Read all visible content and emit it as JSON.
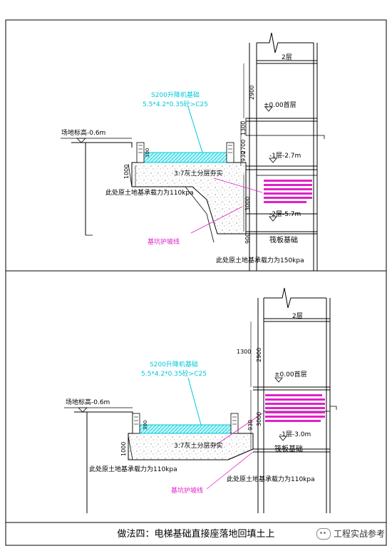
{
  "caption": "做法四：电梯基础直接座落地回填土上",
  "watermark": "工程实战参考",
  "panel_top": {
    "floor2": "2层",
    "dim_2900": "2900",
    "elev_000": "±0.00首层",
    "dim_1300": "1300",
    "dim_2700": "2700",
    "dim_930": "930",
    "elev_b1": "-1层-2.7m",
    "dim_3000": "3000",
    "elev_b2": "-2层-5.7m",
    "dim_900": "900",
    "raft": "筏板基础",
    "ground_elev": "场地标高-0.6m",
    "hoist_name": "S200升降机基础",
    "hoist_spec": "5.5*4.2*0.35砼>C25",
    "dim_1000": "1000",
    "dim_300": "300",
    "soil_fill": "3:7灰土分层夯实",
    "bearing_110": "此处原土地基承载力为110kpa",
    "slope": "基坑护坡线",
    "bearing_150": "此处原土地基承载力为150kpa"
  },
  "panel_bottom": {
    "floor2": "2层",
    "dim_2900": "2900",
    "elev_000": "±0.00首层",
    "dim_930": "930",
    "dim_3000": "3000",
    "elev_b1": "-1层-3.0m",
    "raft": "筏板基础",
    "ground_elev": "场地标高-0.6m",
    "hoist_name": "S200升降机基础",
    "hoist_spec": "5.5*4.2*0.35砼>C25",
    "dim_1000": "1000",
    "dim_300": "300",
    "dim_1300": "1300",
    "soil_fill": "3:7灰土分层夯实",
    "bearing_110a": "此处原土地基承载力为110kpa",
    "bearing_110b": "此处原土地基承载力为110kpa",
    "slope": "基坑护坡线"
  },
  "colors": {
    "cyan": "#00c8d8",
    "magenta": "#e020c8",
    "hatch": "#00e0f0"
  }
}
